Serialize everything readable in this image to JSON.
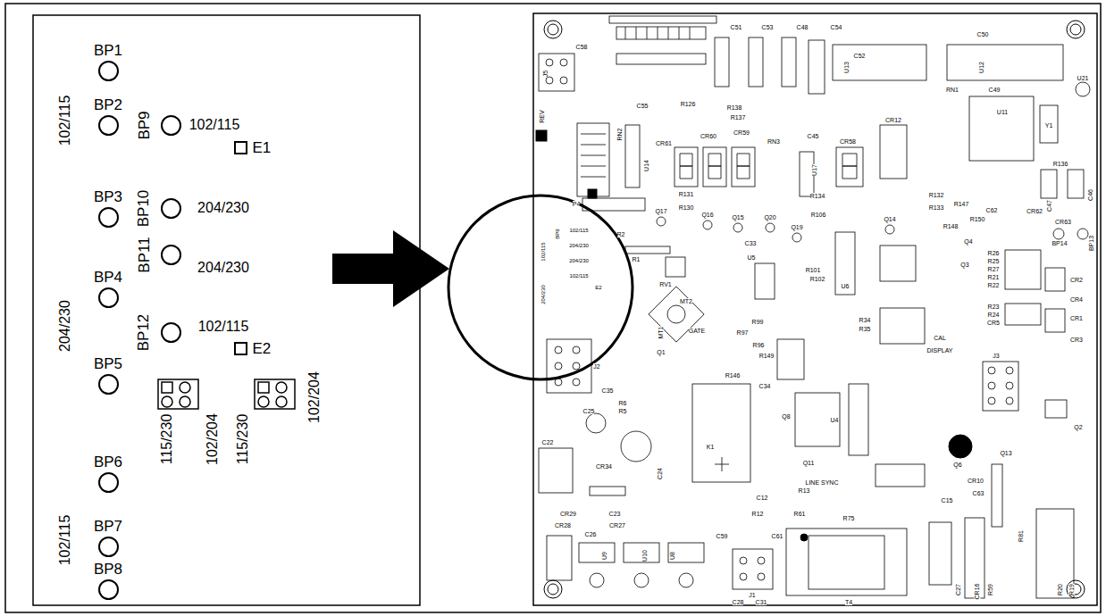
{
  "diagram": {
    "nodes": [
      {
        "text": [
          "BP1"
        ]
      },
      {
        "text": [
          "BP2"
        ]
      },
      {
        "text": [
          "BP3"
        ]
      },
      {
        "text": [
          "BP4"
        ]
      },
      {
        "text": [
          "BP5"
        ]
      },
      {
        "text": [
          "BP6"
        ]
      },
      {
        "text": [
          "BP7"
        ]
      },
      {
        "text": [
          "BP8"
        ]
      },
      {
        "text": [
          "BP9"
        ]
      },
      {
        "text": [
          "BP10"
        ]
      },
      {
        "text": [
          "BP11"
        ]
      },
      {
        "text": [
          "BP12"
        ]
      },
      {
        "text": [
          "E1"
        ]
      },
      {
        "text": [
          "E2"
        ]
      }
    ],
    "labels": [
      "102/115",
      "204/230",
      "102/115",
      "102/115",
      "204/230",
      "204/230",
      "102/115",
      "115/230",
      "102/204",
      "115/230",
      "102/204",
      "C51",
      "C53",
      "C48",
      "C54",
      "C58",
      "J5",
      "C52",
      "C50",
      "U13",
      "U12",
      "RN1",
      "C49",
      "U11",
      "U21",
      "Y1",
      "R126",
      "R138",
      "R137",
      "C55",
      "RN2",
      "REV",
      "P4",
      "CR61",
      "CR60",
      "CR59",
      "RN3",
      "C45",
      "CR58",
      "CR12",
      "U14",
      "U17",
      "R131",
      "R130",
      "Q17",
      "Q16",
      "Q15",
      "Q20",
      "Q19",
      "Q14",
      "R134",
      "R106",
      "R132",
      "R133",
      "R147",
      "R148",
      "R150",
      "C62",
      "CR62",
      "CR63",
      "R136",
      "C47",
      "C46",
      "BP14",
      "BP13",
      "R26",
      "R25",
      "R27",
      "R21",
      "R22",
      "Q4",
      "Q3",
      "CR2",
      "CR4",
      "CR1",
      "CR3",
      "R23",
      "R24",
      "CR5",
      "R1",
      "R2",
      "RV1",
      "MT1",
      "MT2",
      "GATE",
      "Q1",
      "J2",
      "C33",
      "U5",
      "R101",
      "R102",
      "U6",
      "R34",
      "R35",
      "CAL",
      "DISPLAY",
      "J3",
      "R97",
      "R99",
      "R96",
      "R149",
      "R146",
      "C34",
      "C35",
      "R6",
      "R5",
      "C22",
      "C25",
      "C24",
      "CR34",
      "CR29",
      "CR28",
      "CR27",
      "C26",
      "C23",
      "U9",
      "U10",
      "U8",
      "K1",
      "LINE SYNC",
      "R12",
      "R61",
      "C12",
      "R13",
      "R75",
      "C59",
      "C61",
      "J1",
      "C28",
      "C31",
      "T4",
      "C27",
      "CR16",
      "R59",
      "R81",
      "R20",
      "R19",
      "Q6",
      "Q13",
      "Q2",
      "U4",
      "Q8",
      "Q11",
      "C15",
      "CR10",
      "C63",
      "BP9",
      "102/115",
      "204/230",
      "204/230",
      "102/115",
      "E2",
      "102/115",
      "204/230"
    ]
  }
}
